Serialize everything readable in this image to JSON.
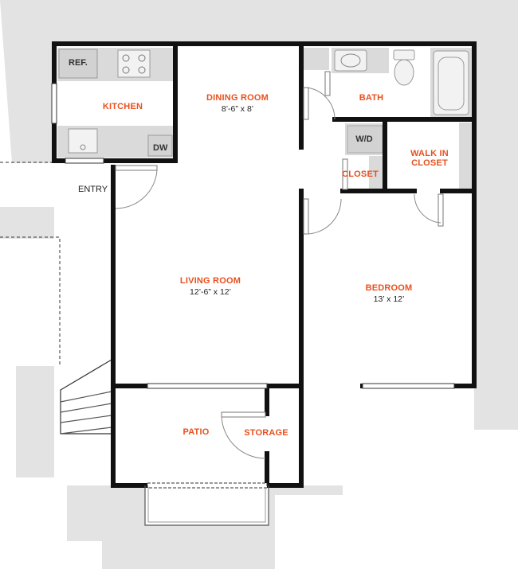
{
  "rooms": {
    "kitchen": {
      "name": "KITCHEN"
    },
    "dining": {
      "name": "DINING ROOM",
      "size": "8’-6” x 8’"
    },
    "bath": {
      "name": "BATH"
    },
    "wd": {
      "name": "W/D"
    },
    "closet": {
      "name": "CLOSET"
    },
    "walkin": {
      "line1": "WALK IN",
      "line2": "CLOSET"
    },
    "living": {
      "name": "LIVING ROOM",
      "size": "12’-6” x 12’"
    },
    "bedroom": {
      "name": "BEDROOM",
      "size": "13’ x 12’"
    },
    "patio": {
      "name": "PATIO"
    },
    "storage": {
      "name": "STORAGE"
    }
  },
  "fixtures": {
    "ref": "REF.",
    "dw": "DW"
  },
  "entry": "ENTRY",
  "colors": {
    "room_label": "#e8501e",
    "wall": "#111111",
    "exterior": "#e3e3e3",
    "fixture": "#dadada"
  }
}
